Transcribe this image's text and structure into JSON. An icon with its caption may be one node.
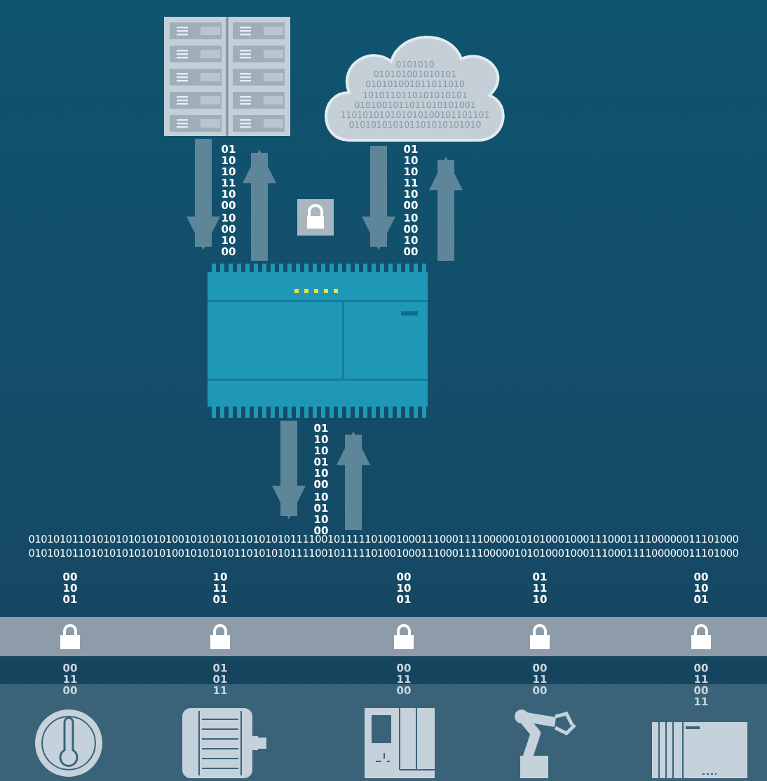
{
  "diagram": {
    "nodes": [
      {
        "text": [],
        "shape": "server"
      },
      {
        "text": [
          "0101010 010101001010101 010101001011011010 1010110110101010101 0101001011011010101001 110101010101010100101101101 010101010101101010101010"
        ]
      },
      {
        "text": [],
        "shape": "box"
      },
      {
        "text": [
          "010101011010101010101010010101010110101010111100101111101001000111000111100000101010001000111000111100000011101000",
          "010101011010101010101010010101010110101010111100101111101001000111000111100000101010001000111000111100000011101000"
        ]
      }
    ],
    "edges": [
      {
        "from": 0,
        "to": 2,
        "arrow": "to"
      },
      {
        "from": 2,
        "to": 0,
        "arrow": "to"
      },
      {
        "from": 1,
        "to": 2,
        "arrow": "to"
      },
      {
        "from": 2,
        "to": 1,
        "arrow": "to"
      },
      {
        "from": 2,
        "to": 3,
        "arrow": "to"
      },
      {
        "from": 3,
        "to": 2,
        "arrow": "to"
      }
    ],
    "labels": [
      "01 10 10 11 10 00 10 00 10 00",
      "01 10 10 11 10 00 10 00 10 00",
      "01 10 10 01 10 00 10 01 10 00",
      "00 10 01",
      "10 11 01",
      "00 10 01",
      "01 11 10",
      "00 10 01",
      "00 11 00",
      "01 01 11",
      "00 11 00",
      "00 11 00",
      "00 11 00 11"
    ]
  }
}
